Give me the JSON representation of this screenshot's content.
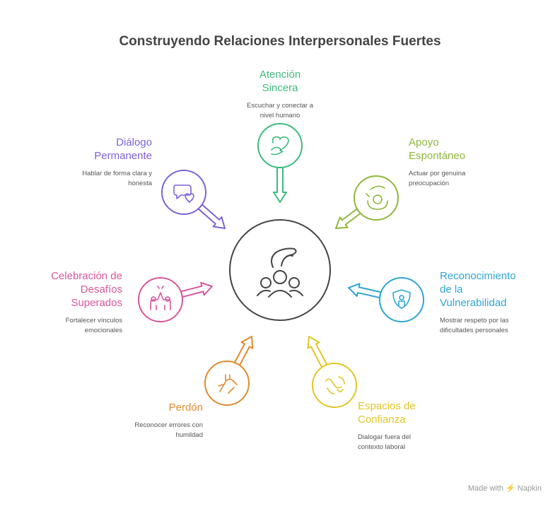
{
  "title": "Construyendo Relaciones Interpersonales Fuertes",
  "center_icon": "team-icon",
  "nodes": [
    {
      "title": "Atención Sincera",
      "desc": "Escuchar y conectar a nivel humano",
      "color": "#3dba7d",
      "icon": "heart-hand-icon"
    },
    {
      "title": "Apoyo Espontáneo",
      "desc": "Actuar por genuina preocupación",
      "color": "#8fb83c",
      "icon": "care-icon"
    },
    {
      "title": "Reconocimiento de la Vulnerabilidad",
      "desc": "Mostrar respeto por las dificultades personales",
      "color": "#2ea6d2",
      "icon": "shield-person-icon"
    },
    {
      "title": "Espacios de Confianza",
      "desc": "Dialogar fuera del contexto laboral",
      "color": "#e2c527",
      "icon": "handshake-icon"
    },
    {
      "title": "Perdón",
      "desc": "Reconocer errores con humildad",
      "color": "#e08a30",
      "icon": "hands-icon"
    },
    {
      "title": "Celebración de Desafíos Superados",
      "desc": "Fortalecer vínculos emocionales",
      "color": "#d9569b",
      "icon": "high-five-icon"
    },
    {
      "title": "Diálogo Permanente",
      "desc": "Hablar de forma clara y honesta",
      "color": "#7c63d8",
      "icon": "chat-heart-icon"
    }
  ],
  "brand": "Made with ⚡ Napkin"
}
